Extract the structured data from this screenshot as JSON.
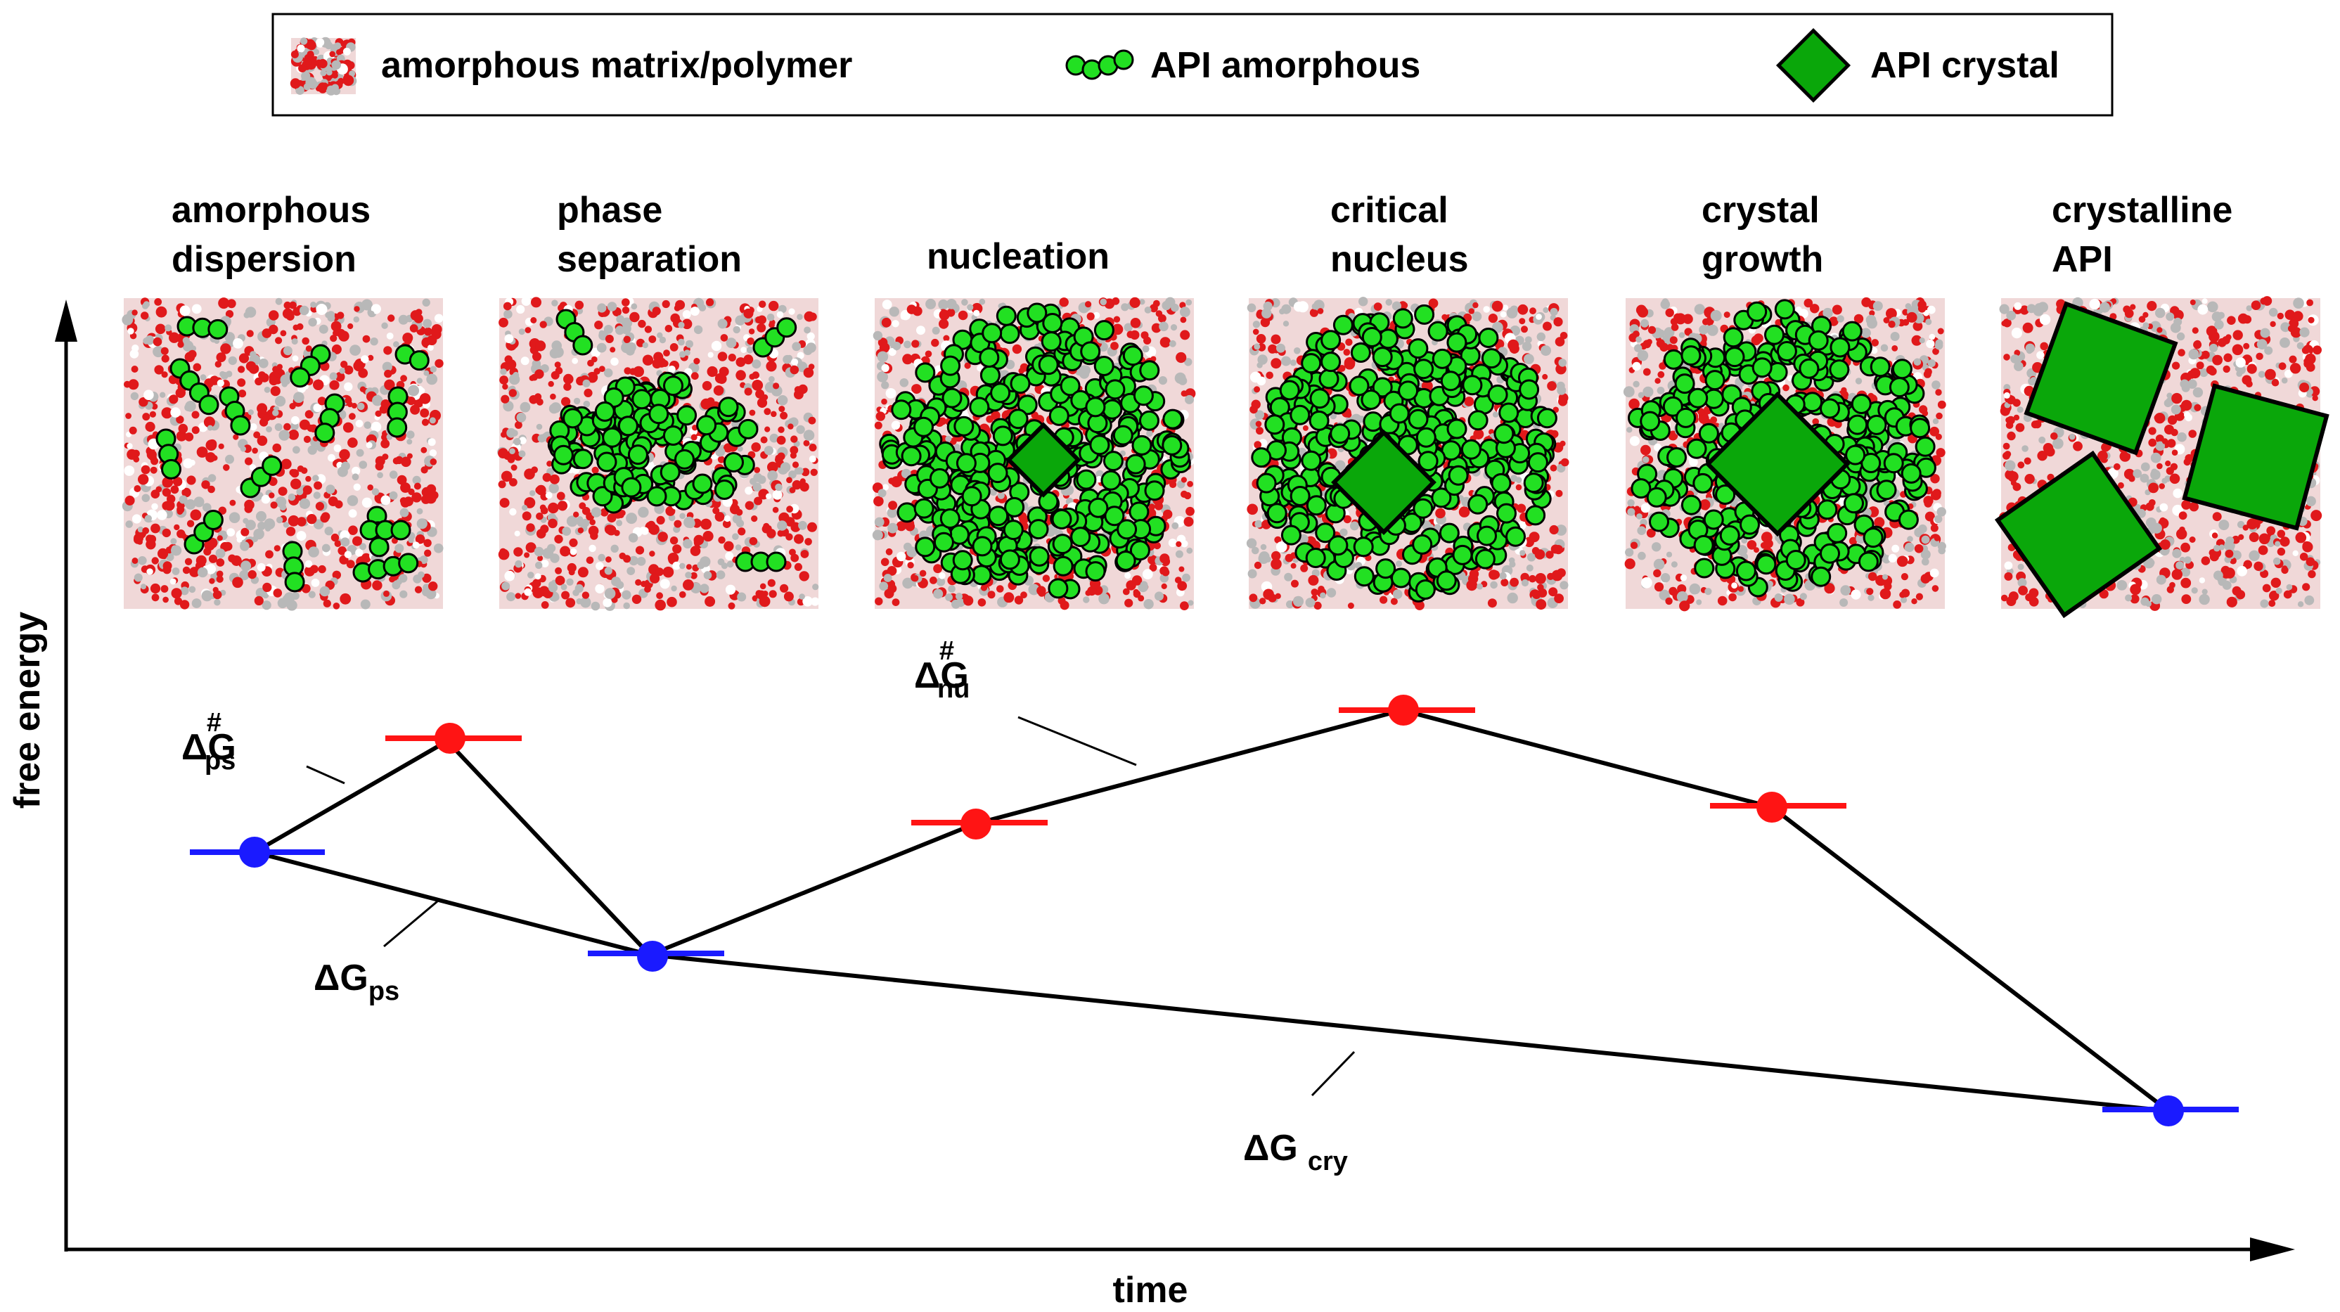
{
  "legend": {
    "matrix_label": "amorphous matrix/polymer",
    "api_amorphous_label": "API amorphous",
    "api_crystal_label": "API crystal"
  },
  "stages": [
    {
      "id": "amorphous-dispersion",
      "line1": "amorphous",
      "line2": "dispersion"
    },
    {
      "id": "phase-separation",
      "line1": "phase",
      "line2": "separation"
    },
    {
      "id": "nucleation",
      "line1": "nucleation",
      "line2": ""
    },
    {
      "id": "critical-nucleus",
      "line1": "critical",
      "line2": "nucleus"
    },
    {
      "id": "crystal-growth",
      "line1": "crystal",
      "line2": "growth"
    },
    {
      "id": "crystalline-api",
      "line1": "crystalline",
      "line2": "API"
    }
  ],
  "axes": {
    "x_label": "time",
    "y_label": "free energy"
  },
  "energy_labels": {
    "dg_ps_barrier": {
      "main": "ΔG",
      "sup": "#",
      "sub": "ps"
    },
    "dg_ps": {
      "main": "ΔG",
      "sub": "ps"
    },
    "dg_nu_barrier": {
      "main": "ΔG",
      "sup": "#",
      "sub": "nu"
    },
    "dg_cry": {
      "main": "ΔG",
      "sub": "cry"
    }
  },
  "colors": {
    "matrix_red": "#e0191b",
    "matrix_gray": "#b8b8b8",
    "api_green": "#22e022",
    "crystal_green": "#0aa70a",
    "stable_blue": "#1a1aff",
    "transition_red": "#ff1414",
    "line_black": "#000000"
  }
}
